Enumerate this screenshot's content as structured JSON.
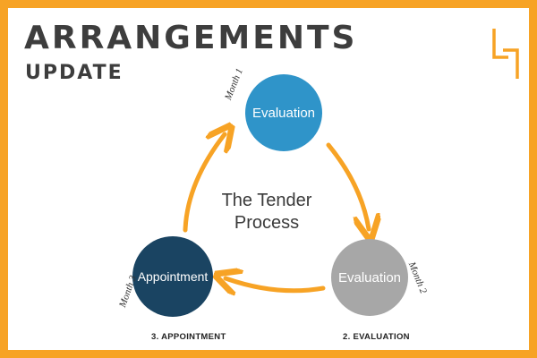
{
  "header": {
    "title": "ARRANGEMENTS",
    "subtitle": "UPDATE",
    "logo_icon": "bracket-logo-icon"
  },
  "diagram": {
    "center_text_line1": "The Tender",
    "center_text_line2": "Process",
    "nodes": [
      {
        "label": "Evaluation",
        "month": "Month 1",
        "color": "#2f94c9"
      },
      {
        "label": "Evaluation",
        "month": "Month 2",
        "color": "#a7a7a7"
      },
      {
        "label": "Appointment",
        "month": "Month 3",
        "color": "#1a4462"
      }
    ],
    "steps": {
      "evaluation": "2. EVALUATION",
      "appointment": "3. APPOINTMENT"
    },
    "arrow_color": "#f7a325"
  },
  "colors": {
    "border": "#f7a325",
    "title": "#3d3d3d"
  }
}
